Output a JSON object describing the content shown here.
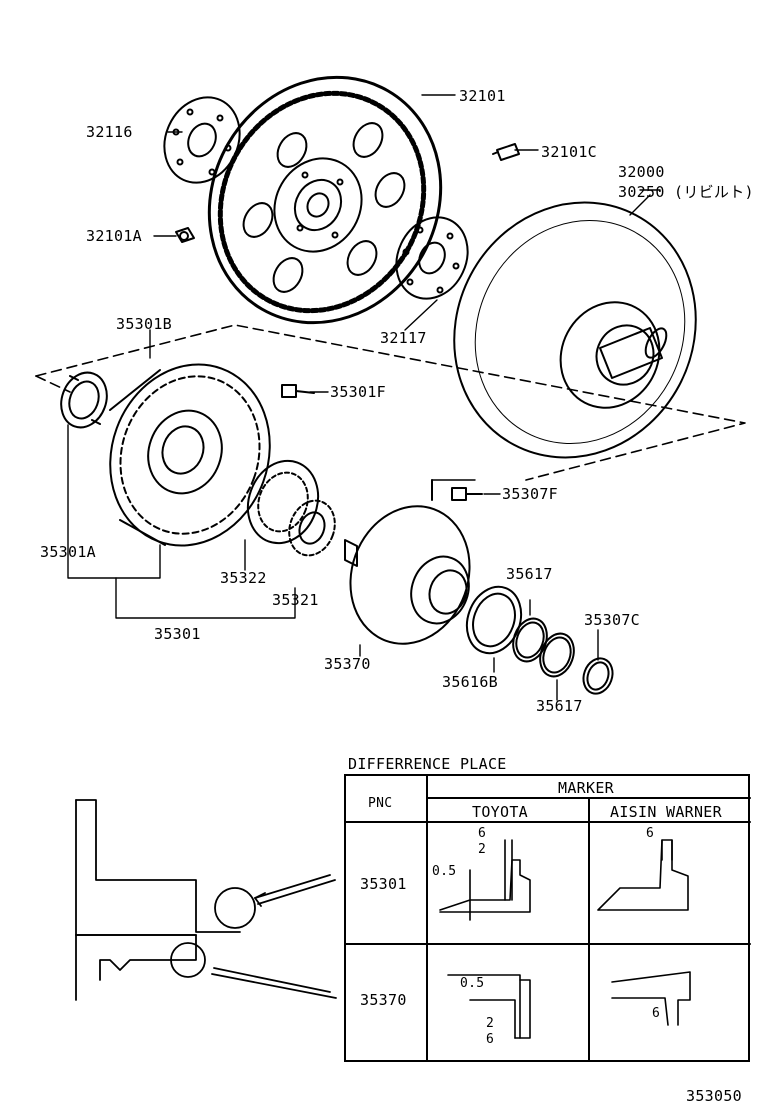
{
  "parts": {
    "p32101": "32101",
    "p32116": "32116",
    "p32101C": "32101C",
    "p32000": "32000",
    "p30250": "30250 (リビルト)",
    "p32101A": "32101A",
    "p32117": "32117",
    "p35301B": "35301B",
    "p35301F": "35301F",
    "p35307F": "35307F",
    "p35301A": "35301A",
    "p35322": "35322",
    "p35321": "35321",
    "p35301": "35301",
    "p35617a": "35617",
    "p35307C": "35307C",
    "p35370": "35370",
    "p35616B": "35616B",
    "p35617b": "35617"
  },
  "table": {
    "title": "DIFFERRENCE PLACE",
    "pnc_header": "PNC",
    "marker_header": "MARKER",
    "col_toyota": "TOYOTA",
    "col_aisin": "AISIN WARNER",
    "rows": [
      {
        "pnc": "35301"
      },
      {
        "pnc": "35370"
      }
    ],
    "dims": {
      "r1_t_6": "6",
      "r1_t_2": "2",
      "r1_t_05": "0.5",
      "r1_a_6": "6",
      "r2_t_05": "0.5",
      "r2_t_2": "2",
      "r2_t_6": "6",
      "r2_a_6": "6"
    }
  },
  "figure_code": "353050"
}
